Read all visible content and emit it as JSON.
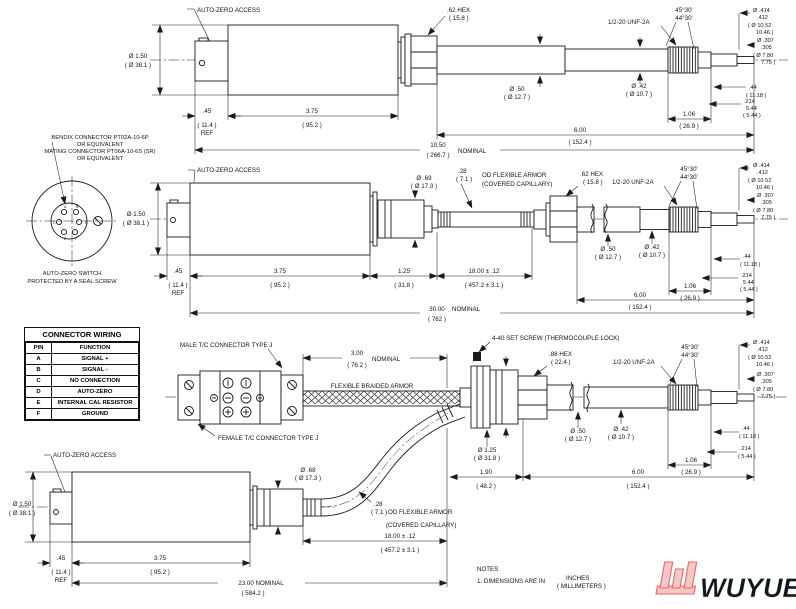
{
  "colors": {
    "line": "#1b1b1b",
    "logo_red": "#e06a6a",
    "logo_blue": "#9dcdef"
  },
  "common": {
    "auto_zero": "AUTO-ZERO ACCESS",
    "thread": "1/2-20 UNF-2A",
    "chamfer1": "45°30'",
    "chamfer2": "44°30'",
    "dia414_1": "Ø .414",
    "dia414_2": ".412",
    "dia414_3": "( Ø 10.52",
    "dia414_4": "10.46 )",
    "dia307_1": "Ø .307",
    "dia307_2": ".305",
    "dia307_3": "( Ø 7.80",
    "dia307_4": "7.75 )",
    "dia50_1": "Ø .50",
    "dia50_2": "( Ø 12.7 )",
    "dia42_1": "Ø .42",
    "dia42_2": "( Ø 10.7 )",
    "dia150_1": "Ø 1.50",
    "dia150_2": "( Ø 38.1 )",
    "hex62_1": ".62 HEX",
    "hex62_2": "( 15.8 )",
    "dim44_1": ".44",
    "dim44_2": "( 11.18 )",
    "dim214_1": ".214",
    "dim214_mid": "5.44",
    "dim214_2": "( 5.44 )",
    "dim106_1": "1.06",
    "dim106_2": "( 26.9 )",
    "dim600_1": "6.00",
    "dim600_2": "( 152.4 )",
    "ref45_1": ".45",
    "ref45_2": "( 11.4 )",
    "ref45_3": "REF",
    "len375_1": "3.75",
    "len375_2": "( 95.2 )",
    "len18_1": "18.00 ± .12",
    "len18_2": "( 457.2 ± 3.1 )",
    "armor28_1": ".28",
    "armor28_2": "( 7.1 )",
    "armor_od": "OD FLEXIBLE ARMOR",
    "armor_cc": "(COVERED CAPILLARY)",
    "nominal": "NOMINAL"
  },
  "d1": {
    "nom_1": "10.50",
    "nom_2": "( 266.7 )"
  },
  "d2": {
    "dia69_1": "Ø .69",
    "dia69_2": "( Ø 17.3 )",
    "len125_1": "1.25",
    "len125_2": "( 31.8 )",
    "nom_1": "30.00",
    "nom_2": "( 762 )"
  },
  "connector": {
    "l1": "BENDIX CONNECTOR PT02A-10-6P",
    "l2": "OR EQUIVALENT",
    "l3": "MATING CONNECTOR PT06A-10-6S (SR)",
    "l4": "OR EQUIVALENT",
    "cap1": "AUTO-ZERO SWITCH",
    "cap2": "PROTECTED BY A SEAL SCREW",
    "pins": [
      "A",
      "B",
      "C",
      "D",
      "E",
      "F"
    ]
  },
  "table": {
    "title": "CONNECTOR WIRING",
    "col1": "PIN",
    "col2": "FUNCTION",
    "rows": [
      {
        "pin": "A",
        "fn": "SIGNAL +"
      },
      {
        "pin": "B",
        "fn": "SIGNAL -"
      },
      {
        "pin": "C",
        "fn": "NO CONNECTION"
      },
      {
        "pin": "D",
        "fn": "AUTO-ZERO"
      },
      {
        "pin": "E",
        "fn": "INTERNAL CAL RESISTOR"
      },
      {
        "pin": "F",
        "fn": "GROUND"
      }
    ]
  },
  "d3": {
    "male": "MALE T/C CONNECTOR TYPE J",
    "female": "FEMALE T/C CONNECTOR TYPE J",
    "nom_1": "3.00",
    "nom_2": "( 76.2 )",
    "braid": "FLEXIBLE BRAIDED ARMOR",
    "setscrew": "4-40 SET SCREW (THERMOCOUPLE LOCK)",
    "hex88_1": ".88 HEX",
    "hex88_2": "( 22.4 )",
    "dia125_1": "Ø 1.25",
    "dia125_2": "( Ø 31.8 )",
    "len190_1": "1.90",
    "len190_2": "( 48.2 )",
    "dim214_1": ".214",
    "dim214_2": "( 5.44 )"
  },
  "d4": {
    "dia68_1": "Ø .68",
    "dia68_2": "( Ø 17.3 )",
    "nom_1": "23.00  NOMINAL",
    "nom_2": "( 584.2 )"
  },
  "notes": {
    "title": "NOTES",
    "line1": "1. DIMENSIONS ARE IN",
    "inches": "INCHES",
    "mm": "( MILLIMETERS )"
  },
  "logo": {
    "text": "WUYUE"
  }
}
